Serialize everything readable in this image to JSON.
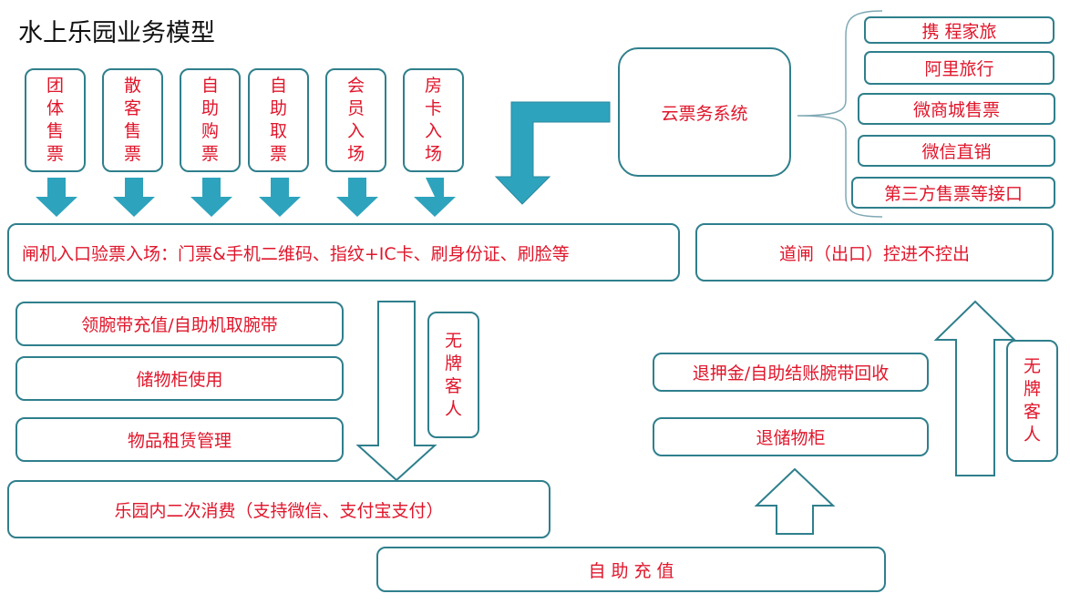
{
  "title": "水上乐园业务模型",
  "entry_methods": [
    "团体售票",
    "散客售票",
    "自助购票",
    "自助取票",
    "会员入场",
    "房卡入场"
  ],
  "cloud_system": "云票务系统",
  "channels": [
    "携 程家旅",
    "阿里旅行",
    "微商城售票",
    "微信直销",
    "第三方售票等接口"
  ],
  "gate_entry": "闸机入口验票入场：门票&手机二维码、指纹+IC卡、刷身份证、刷脸等",
  "gate_exit": "道闸（出口）控进不控出",
  "inner_services": [
    "领腕带充值/自助机取腕带",
    "储物柜使用",
    "物品租赁管理"
  ],
  "no_card_left": "无牌客人",
  "no_card_right": "无牌客人",
  "exit_steps": [
    "退押金/自助结账腕带回收",
    "退储物柜"
  ],
  "consumption": "乐园内二次消费（支持微信、支付宝支付）",
  "recharge": "自 助 充 值",
  "colors": {
    "border": "#2f7f8c",
    "text": "#e0162b",
    "arrow_fill": "#2ea3bd"
  }
}
